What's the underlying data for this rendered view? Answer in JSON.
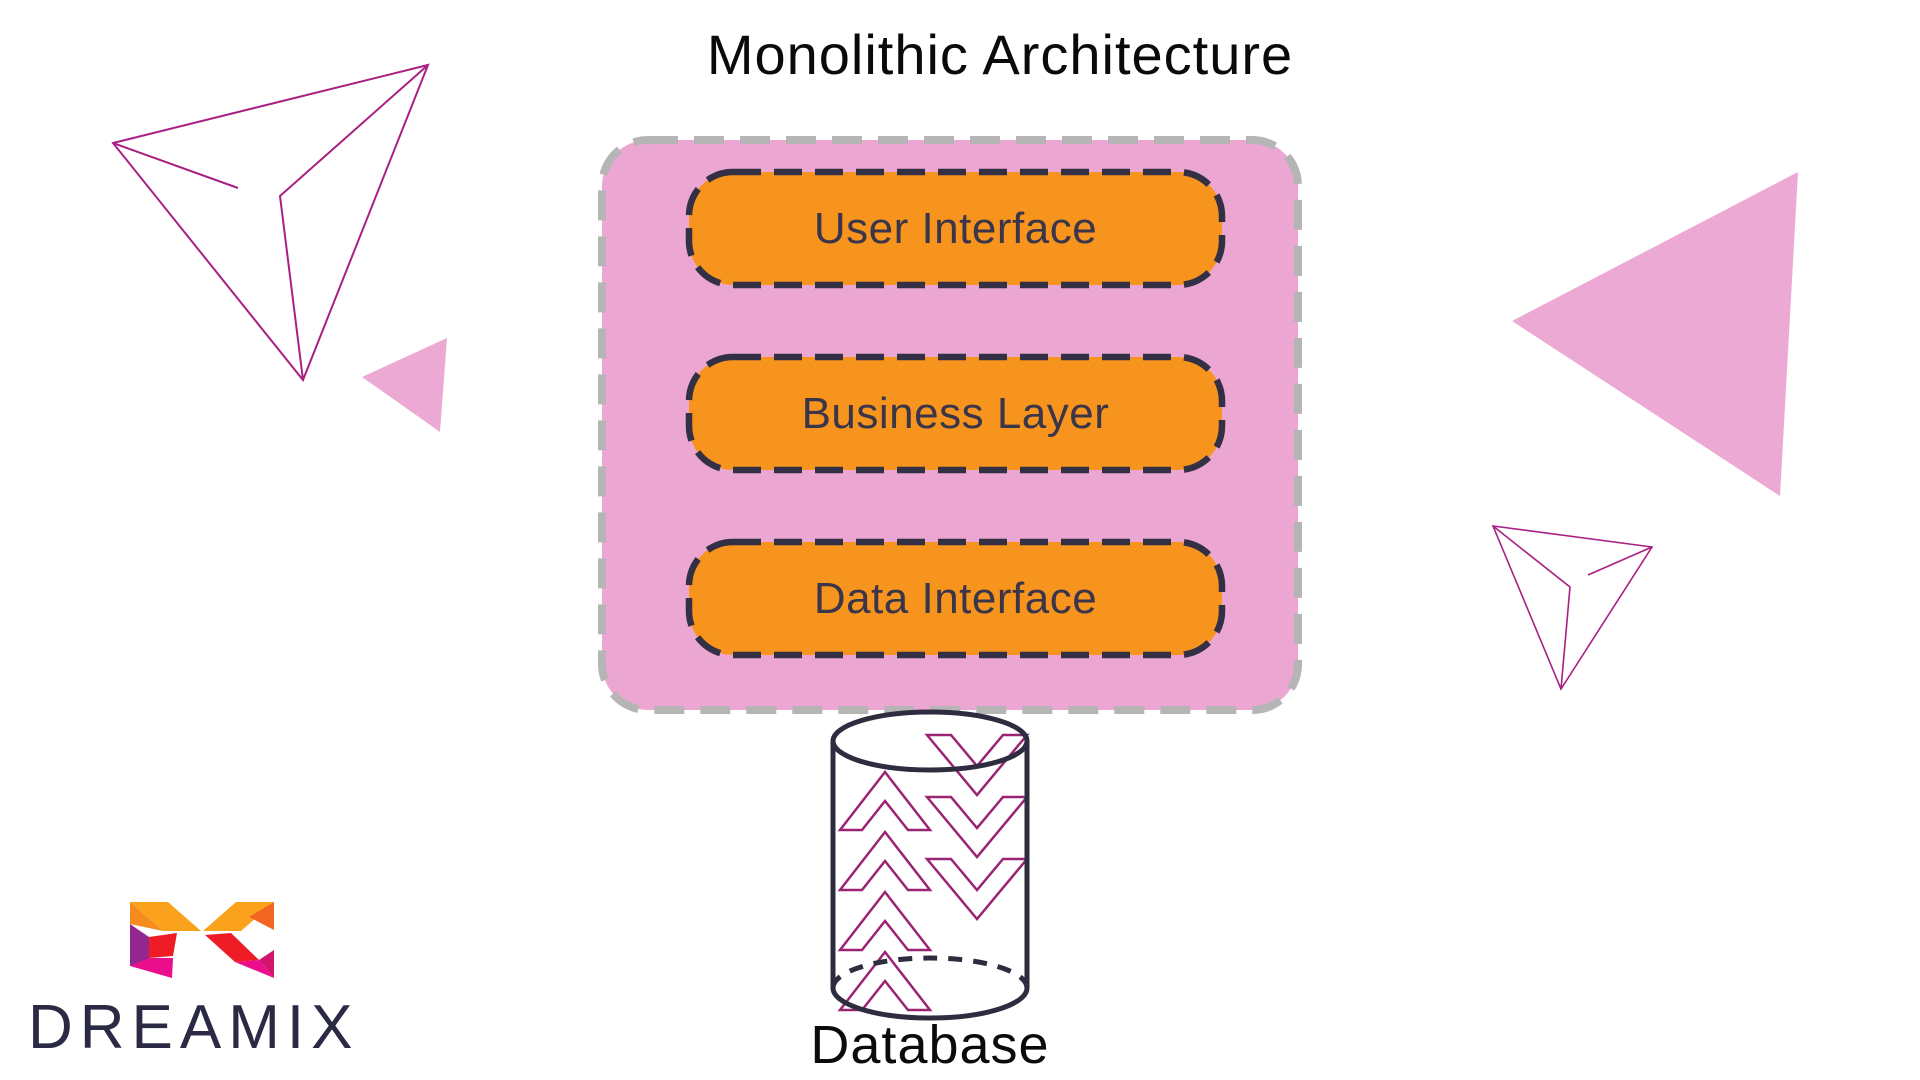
{
  "title": "Monolithic Architecture",
  "monolith": {
    "layers": [
      {
        "label": "User Interface"
      },
      {
        "label": "Business Layer"
      },
      {
        "label": "Data Interface"
      }
    ]
  },
  "database": {
    "label": "Database"
  },
  "brand": {
    "name": "DREAMIX",
    "logo_icon": "dreamix-faceted-x-icon"
  },
  "colors": {
    "container_fill": "#EBA7D2",
    "container_border": "#B5B5B5",
    "layer_fill": "#F7941E",
    "layer_border": "#332F44",
    "layer_text": "#3A3549",
    "title_text": "#0A0A0A",
    "cylinder_stroke": "#2E2C3F",
    "pattern_magenta": "#9B2472",
    "wireframe_magenta": "#A82082",
    "triangle_pink": "#ECA9D3",
    "brand_text": "#2B2A45"
  }
}
